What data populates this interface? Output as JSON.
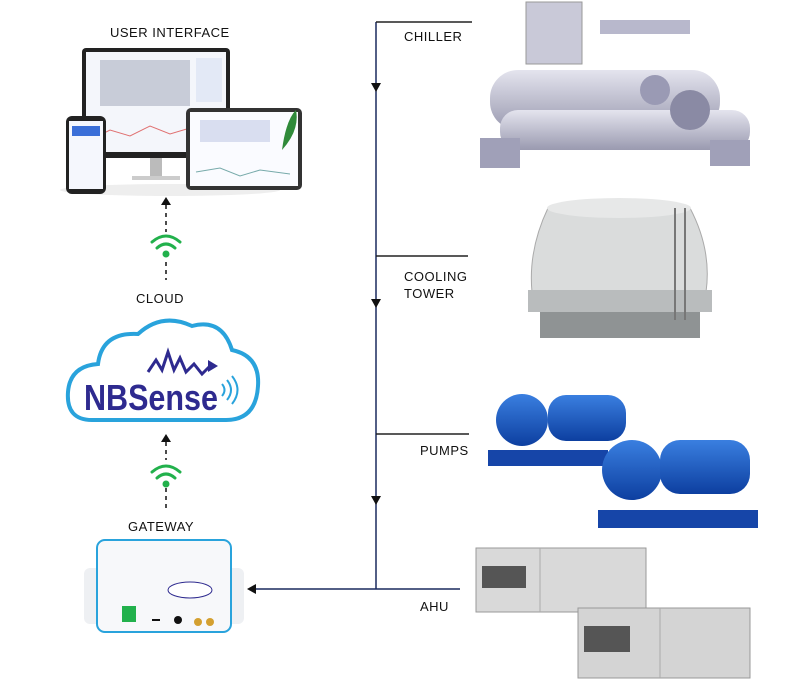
{
  "labels": {
    "ui": "USER INTERFACE",
    "cloud": "CLOUD",
    "gateway": "GATEWAY",
    "chiller": "CHILLER",
    "cooling_tower_1": "COOLING",
    "cooling_tower_2": "TOWER",
    "pumps": "PUMPS",
    "ahu": "AHU"
  },
  "logo": {
    "text": "NBSense"
  },
  "colors": {
    "line": "#1a2a5e",
    "wifi": "#22b14c",
    "cloud": "#29a3dc",
    "brand": "#2e2a8f"
  }
}
